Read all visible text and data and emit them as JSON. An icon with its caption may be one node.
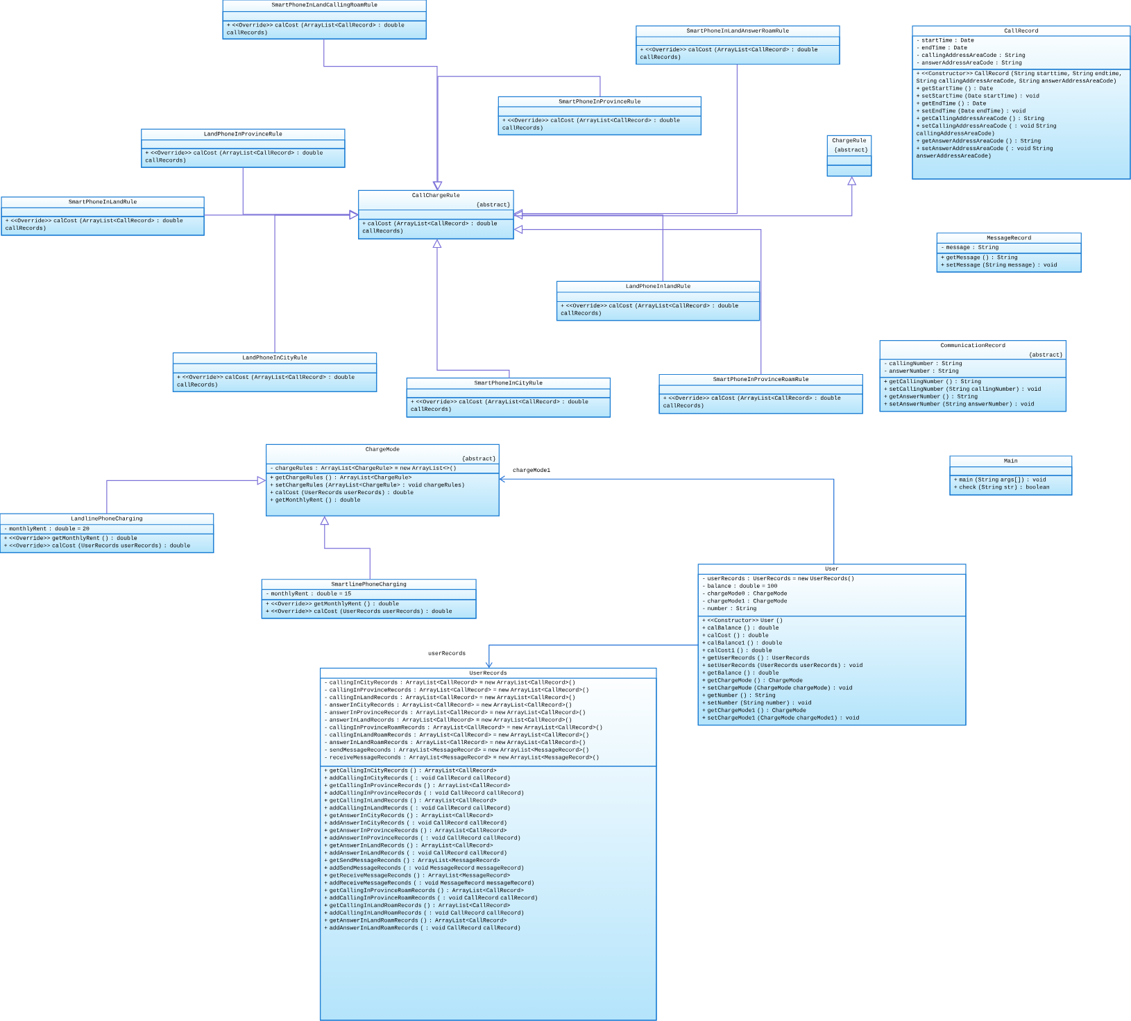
{
  "diagram": {
    "nodes": [
      {
        "text": [
          "SmartPhoneInLandCallingRoamRule"
        ]
      },
      {
        "text": [],
        "shape": "box",
        "in": 0
      },
      {
        "text": [
          "+ <<Override>> calCost (ArrayList<CallRecord> : double callRecords)"
        ],
        "in": 0
      },
      {
        "text": [
          "SmartPhoneInLandAnswerRoamRule"
        ]
      },
      {
        "text": [],
        "shape": "box",
        "in": 3
      },
      {
        "text": [
          "+ <<Override>> calCost (ArrayList<CallRecord> : double callRecords)"
        ],
        "in": 3
      },
      {
        "text": [
          "CallRecord"
        ]
      },
      {
        "text": [
          "- startTime : Date",
          "- endTime : Date",
          "- callingAddressAreaCode : String",
          "- answerAddressAreaCode : String"
        ],
        "in": 6
      },
      {
        "text": [
          "+ <<Constructor>> CallRecord (String starttime, String endtime, String callingAddressAreaCode, String answerAddressAreaCode)",
          "+ getStartTime () : Date",
          "+ setStartTime (Date startTime) : void",
          "+ getEndTime () : Date",
          "+ setEndTime (Date endTime) : void",
          "+ getCallingAddressAreaCode () : String",
          "+ setCallingAddressAreaCode ( : void String callingAddressAreaCode)",
          "+ getAnswerAddressAreaCode () : String",
          "+ setAnswerAddressAreaCode ( : void String answerAddressAreaCode)"
        ],
        "in": 6
      },
      {
        "text": [
          "SmartPhoneInProvinceRule"
        ]
      },
      {
        "text": [],
        "shape": "box",
        "in": 9
      },
      {
        "text": [
          "+ <<Override>> calCost (ArrayList<CallRecord> : double callRecords)"
        ],
        "in": 9
      },
      {
        "text": [
          "LandPhoneInProvinceRule"
        ]
      },
      {
        "text": [],
        "shape": "box",
        "in": 12
      },
      {
        "text": [
          "+ <<Override>> calCost (ArrayList<CallRecord> : double callRecords)"
        ],
        "in": 12
      },
      {
        "text": [
          "ChargeRule",
          "{abstract}"
        ]
      },
      {
        "text": [],
        "shape": "box",
        "in": 15
      },
      {
        "text": [],
        "shape": "box",
        "in": 15
      },
      {
        "text": [
          "SmartPhoneInLandRule"
        ]
      },
      {
        "text": [],
        "shape": "box",
        "in": 18
      },
      {
        "text": [
          "+ <<Override>> calCost (ArrayList<CallRecord> : double callRecords)"
        ],
        "in": 18
      },
      {
        "text": [
          "CallChargeRule",
          "{abstract}"
        ]
      },
      {
        "text": [],
        "shape": "box",
        "in": 21
      },
      {
        "text": [
          "+ calCost (ArrayList<CallRecord> : double callRecords)"
        ],
        "in": 21
      },
      {
        "text": [
          "MessageRecord"
        ]
      },
      {
        "text": [
          "- message : String"
        ],
        "in": 24
      },
      {
        "text": [
          "+ getMessage () : String",
          "+ setMessage (String message) : void"
        ],
        "in": 24
      },
      {
        "text": [
          "LandPhoneInlandRule"
        ]
      },
      {
        "text": [],
        "shape": "box",
        "in": 27
      },
      {
        "text": [
          "+ <<Override>> calCost (ArrayList<CallRecord> : double callRecords)"
        ],
        "in": 27
      },
      {
        "text": [
          "CommunicationRecord",
          "{abstract}"
        ]
      },
      {
        "text": [
          "- callingNumber : String",
          "- answerNumber : String"
        ],
        "in": 30
      },
      {
        "text": [
          "+ getCallingNumber () : String",
          "+ setCallingNumber (String callingNumber) : void",
          "+ getAnswerNumber () : String",
          "+ setAnswerNumber (String answerNumber) : void"
        ],
        "in": 30
      },
      {
        "text": [
          "LandPhoneInCityRule"
        ]
      },
      {
        "text": [],
        "shape": "box",
        "in": 33
      },
      {
        "text": [
          "+ <<Override>> calCost (ArrayList<CallRecord> : double callRecords)"
        ],
        "in": 33
      },
      {
        "text": [
          "SmartPhoneInCityRule"
        ]
      },
      {
        "text": [],
        "shape": "box",
        "in": 36
      },
      {
        "text": [
          "+ <<Override>> calCost (ArrayList<CallRecord> : double callRecords)"
        ],
        "in": 36
      },
      {
        "text": [
          "SmartPhoneInProvinceRoamRule"
        ]
      },
      {
        "text": [],
        "shape": "box",
        "in": 39
      },
      {
        "text": [
          "+ <<Override>> calCost (ArrayList<CallRecord> : double callRecords)"
        ],
        "in": 39
      },
      {
        "text": [
          "ChargeMode",
          "{abstract}"
        ]
      },
      {
        "text": [
          "- chargeRules : ArrayList<ChargeRule> = new ArrayList<>()"
        ],
        "in": 42
      },
      {
        "text": [
          "+ getChargeRules () : ArrayList<ChargeRule>",
          "+ setChargeRules (ArrayList<ChargeRule> : void chargeRules)",
          "+ calCost (UserRecords userRecords) : double",
          "+ getMonthlyRent () : double"
        ],
        "in": 42
      },
      {
        "text": [
          "Main"
        ]
      },
      {
        "text": [],
        "shape": "box",
        "in": 45
      },
      {
        "text": [
          "+ main (String args[]) : void",
          "+ check (String str) : boolean"
        ],
        "in": 45
      },
      {
        "text": [
          "LandlinePhoneCharging"
        ]
      },
      {
        "text": [
          "- monthlyRent : double = 20"
        ],
        "in": 48
      },
      {
        "text": [
          "+ <<Override>> getMonthlyRent () : double",
          "+ <<Override>> calCost (UserRecords userRecords) : double"
        ],
        "in": 48
      },
      {
        "text": [
          "User"
        ]
      },
      {
        "text": [
          "- userRecords : UserRecords = new UserRecords()",
          "- balance : double = 100",
          "- chargeMode0 : ChargeMode",
          "- chargeMode1 : ChargeMode",
          "- number : String"
        ],
        "in": 51
      },
      {
        "text": [
          "+ <<Constructor>> User ()",
          "+ calBalance () : double",
          "+ calCost () : double",
          "+ calBalance1 () : double",
          "+ calCost1 () : double",
          "+ getUserRecords () : UserRecords",
          "+ setUserRecords (UserRecords userRecords) : void",
          "+ getBalance () : double",
          "+ getChargeMode () : ChargeMode",
          "+ setChargeMode (ChargeMode chargeMode) : void",
          "+ getNumber () : String",
          "+ setNumber (String number) : void",
          "+ getChargeMode1 () : ChargeMode",
          "+ setChargeMode1 (ChargeMode chargeMode1) : void"
        ],
        "in": 51
      },
      {
        "text": [
          "SmartlinePhoneCharging"
        ]
      },
      {
        "text": [
          "- monthlyRent : double = 15"
        ],
        "in": 54
      },
      {
        "text": [
          "+ <<Override>> getMonthlyRent () : double",
          "+ <<Override>> calCost (UserRecords userRecords) : double"
        ],
        "in": 54
      },
      {
        "text": [
          "UserRecords"
        ]
      },
      {
        "text": [
          "- callingInCityRecords : ArrayList<CallRecord> = new ArrayList<CallRecord>()",
          "- callingInProvinceRecords : ArrayList<CallRecord> = new ArrayList<CallRecord>()",
          "- callingInLandRecords : ArrayList<CallRecord> = new ArrayList<CallRecord>()",
          "- answerInCityRecords : ArrayList<CallRecord> = new ArrayList<CallRecord>()",
          "- answerInProvinceRecords : ArrayList<CallRecord> = new ArrayList<CallRecord>()",
          "- answerInLandRecords : ArrayList<CallRecord> = new ArrayList<CallRecord>()",
          "- callingInProvinceRoamRecords : ArrayList<CallRecord> = new ArrayList<CallRecord>()",
          "- callingInLandRoamRecords : ArrayList<CallRecord> = new ArrayList<CallRecord>()",
          "- answerInLandRoamRecords : ArrayList<CallRecord> = new ArrayList<CallRecord>()",
          "- sendMessageReconds : ArrayList<MessageRecord> = new ArrayList<MessageRecord>()",
          "- receiveMessageReconds : ArrayList<MessageRecord> = new ArrayList<MessageRecord>()"
        ],
        "in": 57
      },
      {
        "text": [
          "+ getCallingInCityRecords () : ArrayList<CallRecord>",
          "+ addCallingInCityRecords ( : void CallRecord callRecord)",
          "+ getCallingInProvinceRecords () : ArrayList<CallRecord>",
          "+ addCallingInProvinceRecords ( : void CallRecord callRecord)",
          "+ getCallingInLandRecords () : ArrayList<CallRecord>",
          "+ addCallingInLandRecords ( : void CallRecord callRecord)",
          "+ getAnswerInCityRecords () : ArrayList<CallRecord>",
          "+ addAnswerInCityRecords ( : void CallRecord callRecord)",
          "+ getAnswerInProvinceRecords () : ArrayList<CallRecord>",
          "+ addAnswerInProvinceRecords ( : void CallRecord callRecord)",
          "+ getAnswerInLandRecords () : ArrayList<CallRecord>",
          "+ addAnswerInLandRecords ( : void CallRecord callRecord)",
          "+ getSendMessageReconds () : ArrayList<MessageRecord>",
          "+ addSendMessageReconds ( : void MessageRecord messageRecord)",
          "+ getReceiveMessageReconds () : ArrayList<MessageRecord>",
          "+ addReceiveMessageReconds ( : void MessageRecord messageRecord)",
          "+ getCallingInProvinceRoamRecords () : ArrayList<CallRecord>",
          "+ addCallingInProvinceRoamRecords ( : void CallRecord callRecord)",
          "+ getCallingInLandRoamRecords () : ArrayList<CallRecord>",
          "+ addCallingInLandRoamRecords ( : void CallRecord callRecord)",
          "+ getAnswerInLandRoamRecords () : ArrayList<CallRecord>",
          "+ addAnswerInLandRoamRecords ( : void CallRecord callRecord)"
        ],
        "in": 57
      }
    ],
    "edges": [
      {
        "from": 0,
        "to": 21,
        "arrow": "to"
      },
      {
        "from": 9,
        "to": 21,
        "arrow": "to"
      },
      {
        "from": 12,
        "to": 21,
        "arrow": "to"
      },
      {
        "from": 18,
        "to": 21,
        "arrow": "to"
      },
      {
        "from": 33,
        "to": 21,
        "arrow": "to"
      },
      {
        "from": 3,
        "to": 21,
        "arrow": "to"
      },
      {
        "from": 27,
        "to": 21,
        "arrow": "to"
      },
      {
        "from": 39,
        "to": 21,
        "arrow": "to"
      },
      {
        "from": 36,
        "to": 21,
        "arrow": "to"
      },
      {
        "from": 21,
        "to": 15,
        "arrow": "to"
      },
      {
        "from": 48,
        "to": 42,
        "arrow": "to"
      },
      {
        "from": 54,
        "to": 42,
        "arrow": "to"
      },
      {
        "from": 51,
        "to": 42,
        "arrow": "to",
        "label": "chargeMode1",
        "color": "#1f6fd6"
      },
      {
        "from": 51,
        "to": 57,
        "arrow": "to",
        "label": "userRecords",
        "color": "#1f6fd6"
      }
    ]
  }
}
